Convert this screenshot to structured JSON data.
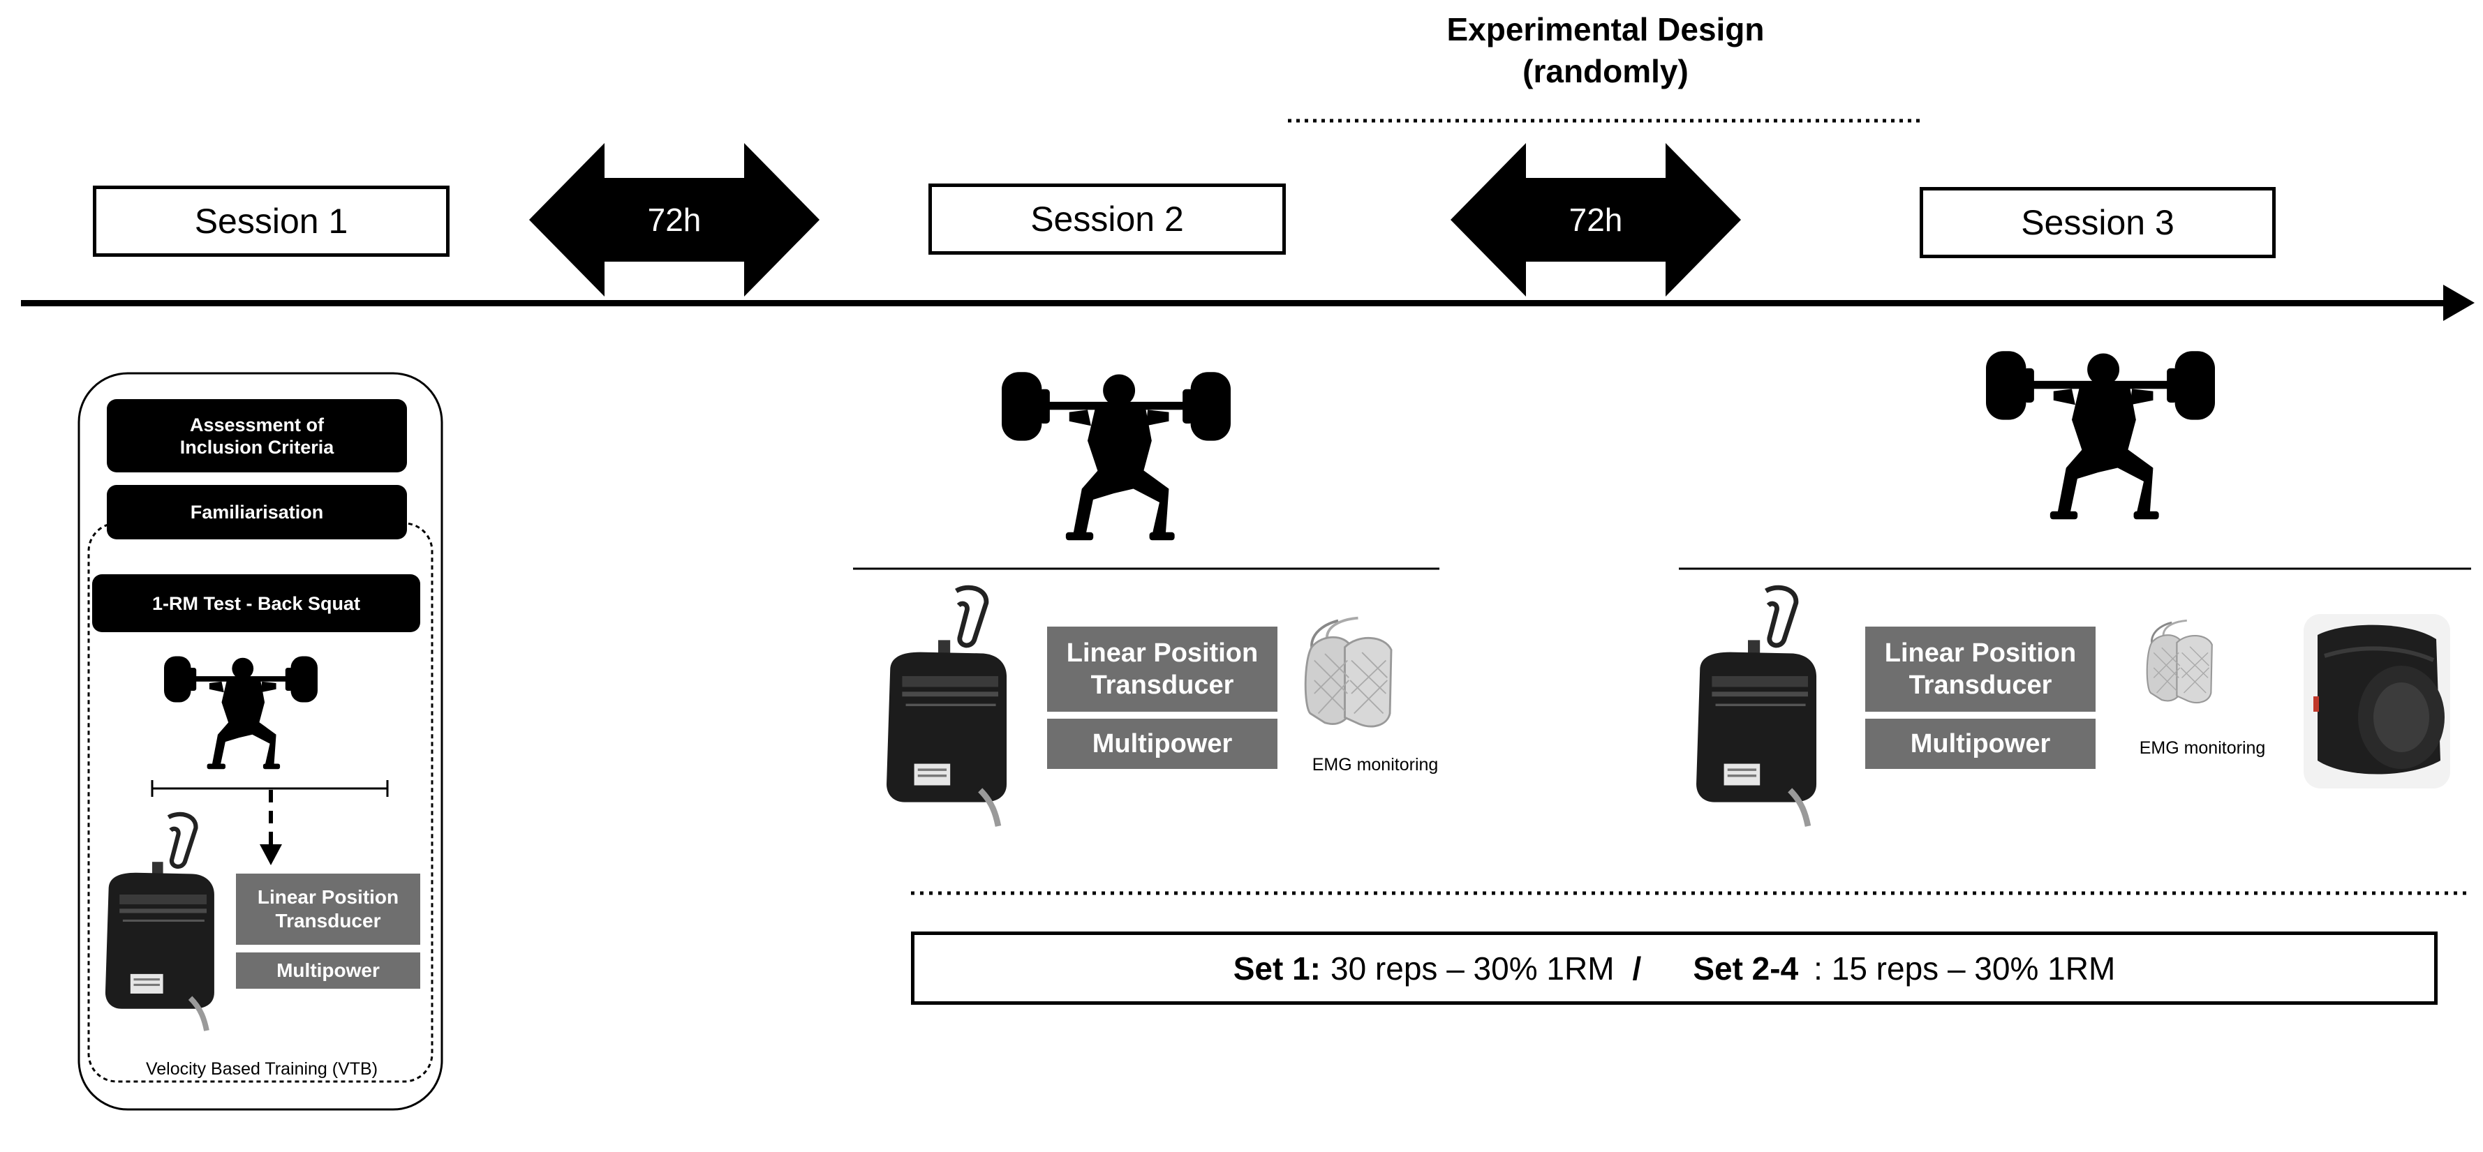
{
  "header": {
    "title_line1": "Experimental Design",
    "title_line2": "(randomly)"
  },
  "timeline": {
    "session1": "Session 1",
    "session2": "Session 2",
    "session3": "Session 3",
    "gap1": "72h",
    "gap2": "72h"
  },
  "session1_panel": {
    "assessment_line1": "Assessment of",
    "assessment_line2": "Inclusion Criteria",
    "familiarisation": "Familiarisation",
    "rm_test": "1-RM Test - Back Squat",
    "lpt_line1": "Linear Position",
    "lpt_line2": "Transducer",
    "multipower": "Multipower",
    "caption": "Velocity Based Training (VTB)"
  },
  "session2_panel": {
    "lpt_line1": "Linear Position",
    "lpt_line2": "Transducer",
    "multipower": "Multipower",
    "emg": "EMG monitoring"
  },
  "session3_panel": {
    "lpt_line1": "Linear Position",
    "lpt_line2": "Transducer",
    "multipower": "Multipower",
    "emg": "EMG monitoring"
  },
  "protocol": {
    "set1_label": "Set 1:",
    "set1_text": "30 reps – 30% 1RM",
    "separator": "/",
    "set24_label": "Set 2-4",
    "set24_text": ": 15 reps – 30% 1RM"
  },
  "colors": {
    "ink": "#000000",
    "grey_box": "#6f6f6f",
    "device_body": "#1c1c1c",
    "pad": "#cfcfcf"
  },
  "icons": [
    "squat-athlete-icon",
    "linear-transducer-device-icon",
    "emg-electrode-icon",
    "wearable-band-icon",
    "double-arrow-icon"
  ]
}
